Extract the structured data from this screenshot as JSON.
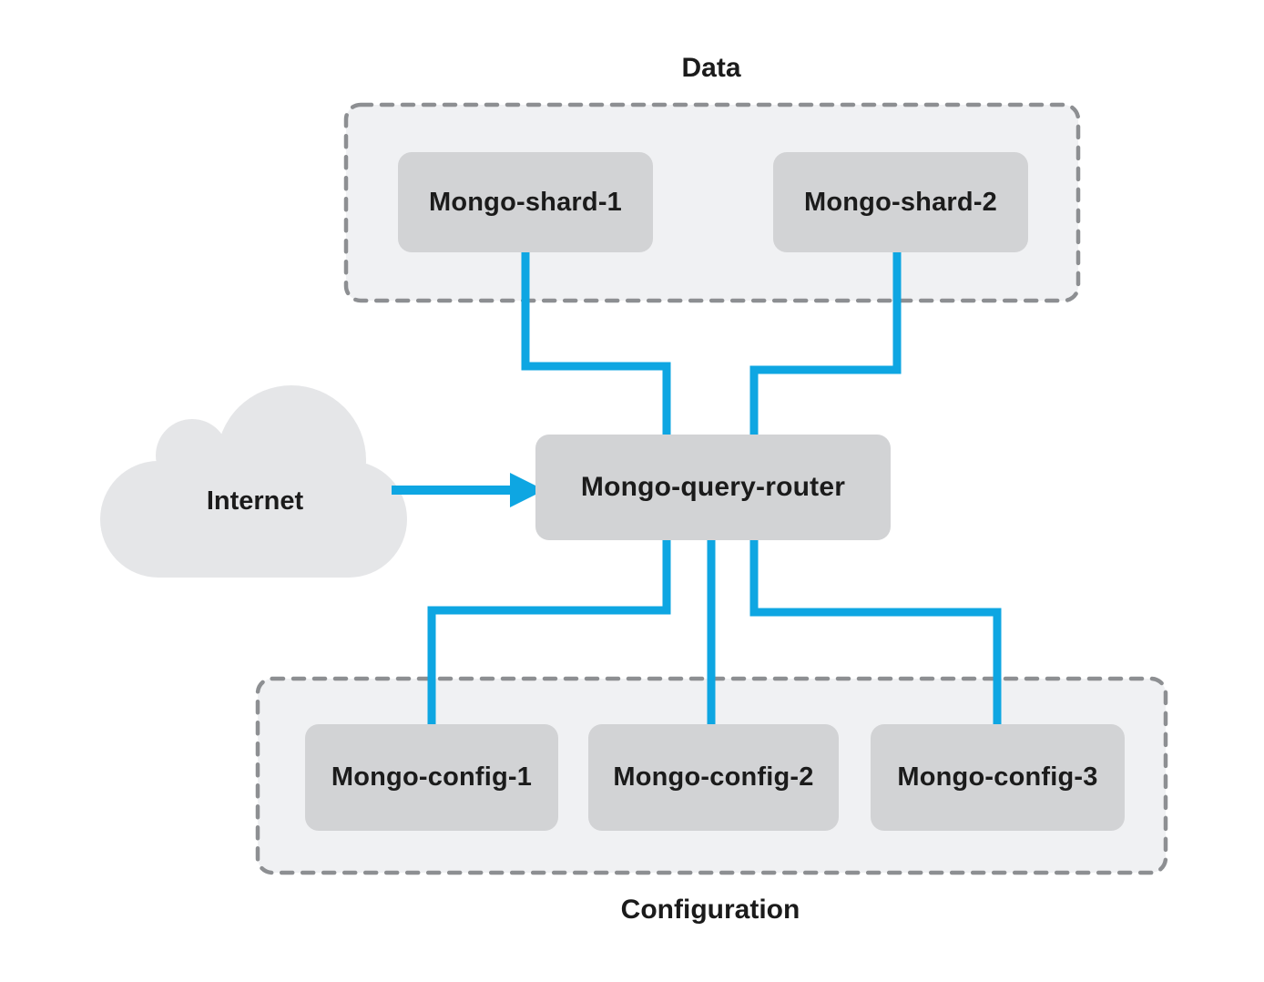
{
  "diagram": {
    "type": "architecture-diagram"
  },
  "groups": {
    "data": {
      "label": "Data"
    },
    "configuration": {
      "label": "Configuration"
    }
  },
  "internet": {
    "label": "Internet"
  },
  "nodes": {
    "shard1": {
      "label": "Mongo-shard-1"
    },
    "shard2": {
      "label": "Mongo-shard-2"
    },
    "router": {
      "label": "Mongo-query-router"
    },
    "config1": {
      "label": "Mongo-config-1"
    },
    "config2": {
      "label": "Mongo-config-2"
    },
    "config3": {
      "label": "Mongo-config-3"
    }
  },
  "edges": [
    {
      "from": "Mongo-shard-1",
      "to": "Mongo-query-router",
      "arrow": false
    },
    {
      "from": "Mongo-shard-2",
      "to": "Mongo-query-router",
      "arrow": false
    },
    {
      "from": "Internet",
      "to": "Mongo-query-router",
      "arrow": true
    },
    {
      "from": "Mongo-query-router",
      "to": "Mongo-config-1",
      "arrow": false
    },
    {
      "from": "Mongo-query-router",
      "to": "Mongo-config-2",
      "arrow": false
    },
    {
      "from": "Mongo-query-router",
      "to": "Mongo-config-3",
      "arrow": false
    }
  ],
  "colors": {
    "connector_blue": "#0ea6e2",
    "node_fill": "#d2d3d5",
    "group_fill": "#f0f1f3",
    "group_border": "#8d8f92",
    "cloud_fill": "#e5e6e8",
    "text": "#1b1b1b",
    "background": "#ffffff"
  }
}
